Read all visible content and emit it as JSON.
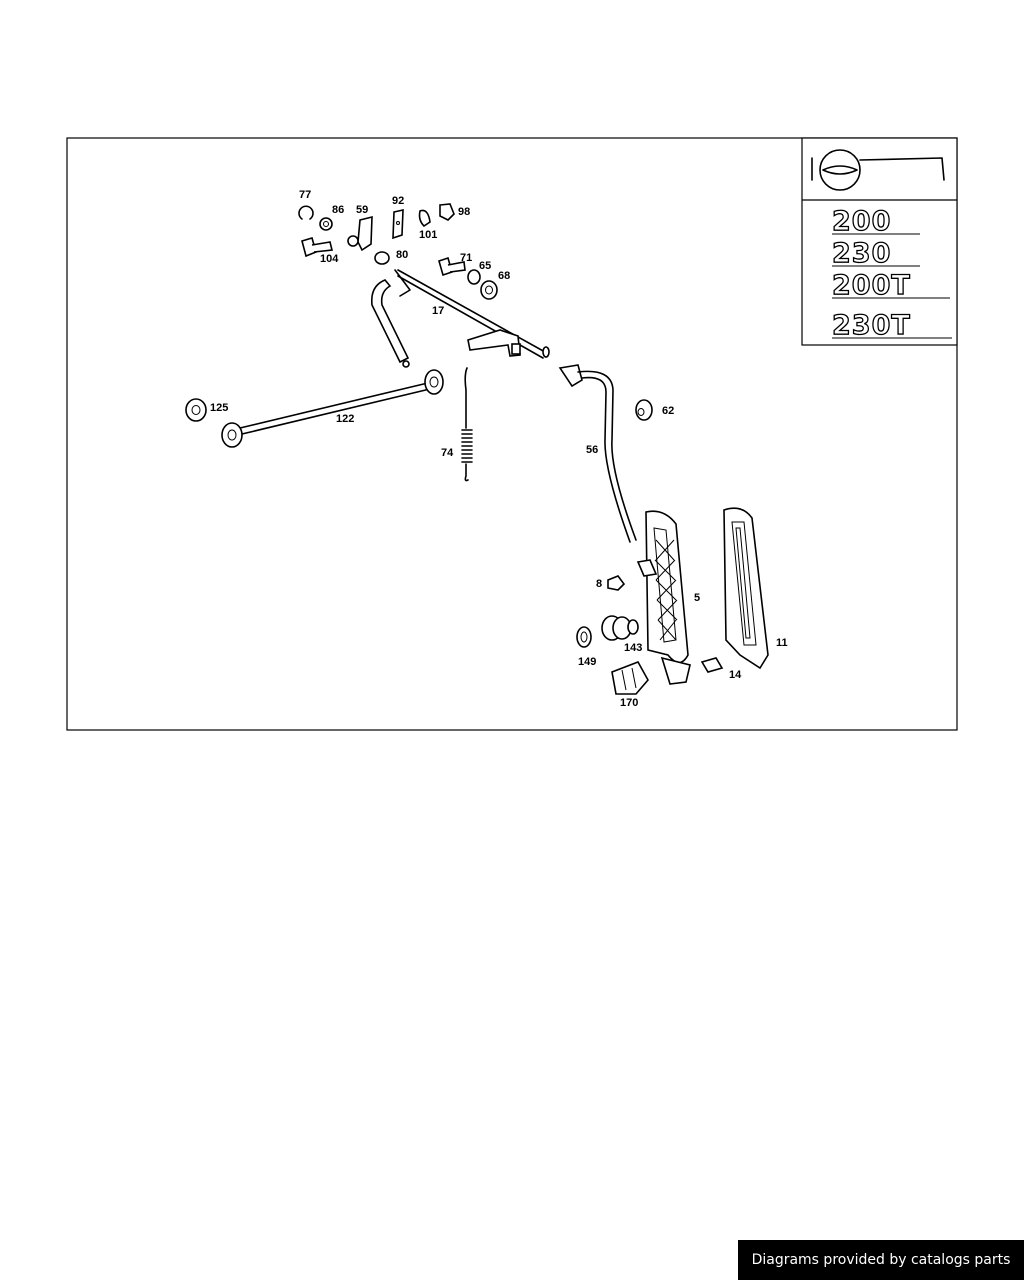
{
  "labels": {
    "l77": "77",
    "l86": "86",
    "l59": "59",
    "l92": "92",
    "l98": "98",
    "l101": "101",
    "l104": "104",
    "l80": "80",
    "l71": "71",
    "l65": "65",
    "l68": "68",
    "l17": "17",
    "l125": "125",
    "l122": "122",
    "l74": "74",
    "l56": "56",
    "l62": "62",
    "l8": "8",
    "l5": "5",
    "l11": "11",
    "l143": "143",
    "l149": "149",
    "l14": "14",
    "l170": "170"
  },
  "models": [
    "200",
    "230",
    "200T",
    "230T"
  ],
  "credit": "Diagrams provided by catalogs parts",
  "icons": {
    "steering": "steering-wheel-icon"
  },
  "colors": {
    "ink": "#000000",
    "paper": "#ffffff"
  }
}
